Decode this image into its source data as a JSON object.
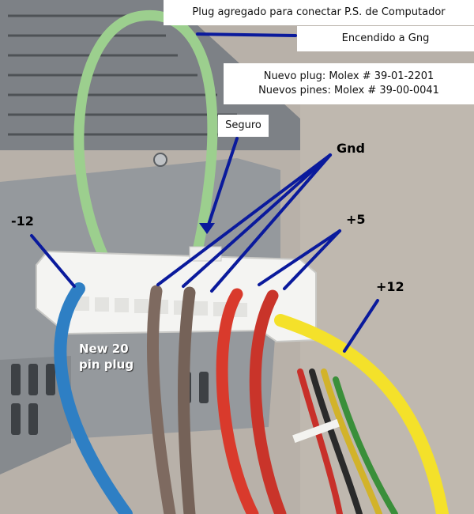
{
  "annotations": {
    "title": "Plug agregado para conectar P.S. de Computador",
    "encendido": "Encendido a Gng",
    "molex_line1": "Nuevo plug: Molex # 39-01-2201",
    "molex_line2": "Nuevos pines: Molex # 39-00-0041",
    "seguro": "Seguro",
    "gnd": "Gnd",
    "minus12": "-12",
    "plus5": "+5",
    "plus12": "+12",
    "new_plug_line1": "New 20",
    "new_plug_line2": "pin plug"
  },
  "colors": {
    "pointer": "#0a1a9c",
    "wire_green": "#9ccf8e",
    "wire_blue": "#2e7fc4",
    "wire_brown": "#7e6a60",
    "wire_red": "#d93a2c",
    "wire_yellow": "#f4e12a",
    "connector": "#f4f4f2",
    "psu_metal": "#8f9397"
  }
}
